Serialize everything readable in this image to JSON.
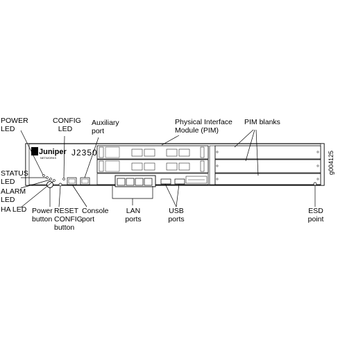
{
  "device": {
    "brand": "Juniper",
    "brand_sub": "NETWORKS",
    "model": "J2350"
  },
  "callouts": {
    "power_led": "POWER\nLED",
    "status_led": "STATUS\nLED",
    "alarm_led": "ALARM\nLED",
    "ha_led": "HA LED",
    "power_button": "Power\nbutton",
    "reset_config_button": "RESET\nCONFIG\nbutton",
    "config_led": "CONFIG\nLED",
    "console_port": "Console\nport",
    "auxiliary_port": "Auxiliary\nport",
    "pim": "Physical Interface\nModule (PIM)",
    "pim_blanks": "PIM blanks",
    "lan_ports": "LAN\nports",
    "usb_ports": "USB\nports",
    "esd_point": "ESD\npoint"
  },
  "figure_id": "g004125"
}
